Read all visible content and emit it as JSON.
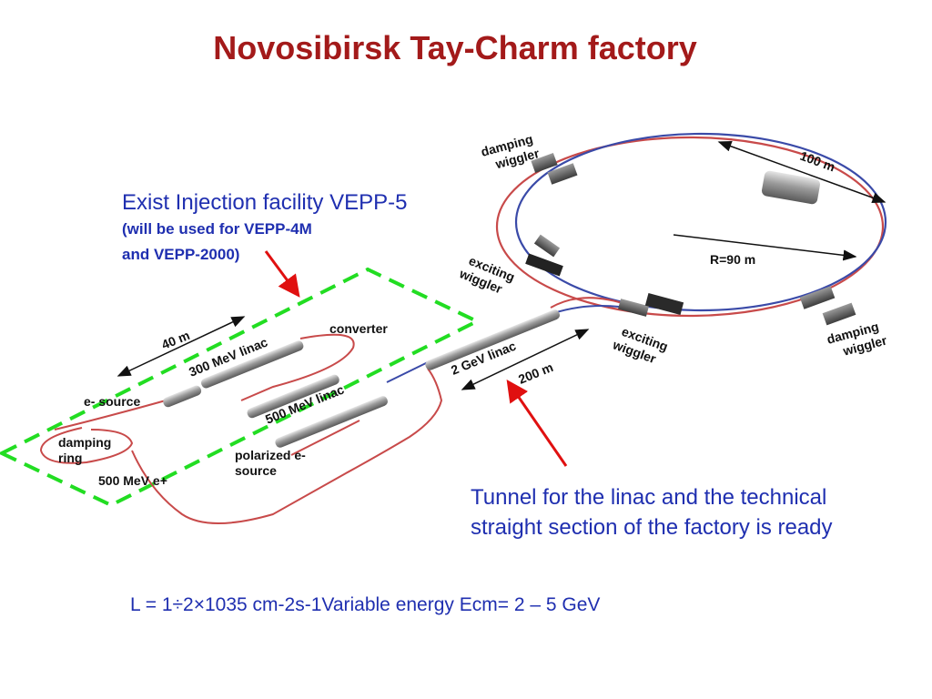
{
  "title": "Novosibirsk Tay-Charm factory",
  "injection": {
    "title": "Exist Injection facility VEPP-5",
    "note_line1": "(will be used for VEPP-4M",
    "note_line2": "and VEPP-2000)"
  },
  "tunnel": {
    "line1": "Tunnel for the linac and the technical",
    "line2": "straight section of the factory is ready"
  },
  "parameters": "L = 1÷2×1035 cm-2s-1Variable energy Ecm= 2 – 5 GeV",
  "labels": {
    "damping_wiggler": [
      "damping",
      "wiggler"
    ],
    "exciting_wiggler": [
      "exciting",
      "wiggler"
    ],
    "damping_wiggler_right": [
      "damping",
      "wiggler"
    ],
    "exciting_wiggler_right": [
      "exciting",
      "wiggler"
    ],
    "dim_100m": "100 m",
    "radius": "R=90 m",
    "dim_200m": "200 m",
    "linac_2gev": "2 GeV linac",
    "dim_40m": "40 m",
    "linac_300mev": "300 MeV linac",
    "converter": "converter",
    "e_source": "e- source",
    "linac_500mev": "500 MeV linac",
    "damping_ring": [
      "damping",
      "ring"
    ],
    "polarized_source": [
      "polarized e-",
      "source"
    ],
    "positron_500mev": "500 MeV e+"
  },
  "colors": {
    "title": "#a31a1a",
    "note": "#1f2fb0",
    "beam_red": "#c84a4a",
    "beam_blue": "#3a4aa8",
    "dashed_box": "#22dd22",
    "arrow": "#e01010"
  }
}
